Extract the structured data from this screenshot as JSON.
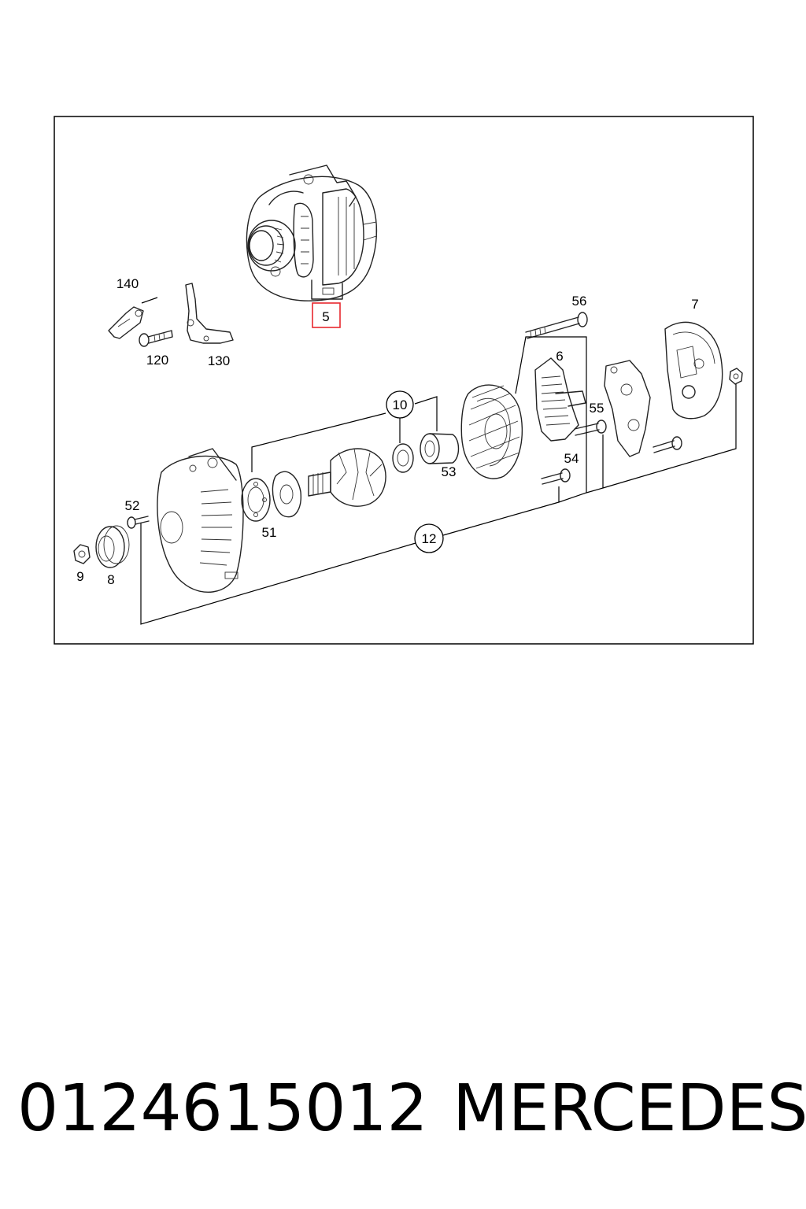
{
  "diagram": {
    "callouts": {
      "c140": "140",
      "c120": "120",
      "c130": "130",
      "c5": "5",
      "c56": "56",
      "c7": "7",
      "c6": "6",
      "c10": "10",
      "c55": "55",
      "c53": "53",
      "c54": "54",
      "c52": "52",
      "c51": "51",
      "c12": "12",
      "c9": "9",
      "c8": "8"
    },
    "highlight_color": "#e8282e",
    "line_color": "#000000"
  },
  "footer": {
    "part_number": "0124615012",
    "brand": "MERCEDES"
  }
}
